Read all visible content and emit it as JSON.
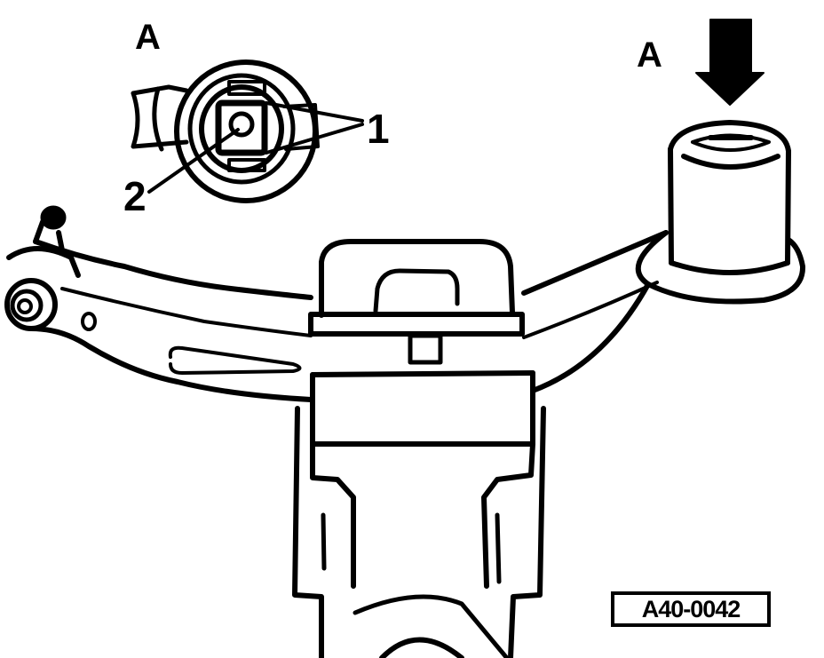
{
  "diagram": {
    "labels": {
      "detail_view": "A",
      "main_view": "A",
      "part_1": "1",
      "part_2": "2"
    },
    "reference_code": "A40-0042",
    "icons": {
      "arrow": "down-arrow-icon"
    },
    "colors": {
      "ink": "#000000",
      "paper": "#ffffff"
    }
  }
}
